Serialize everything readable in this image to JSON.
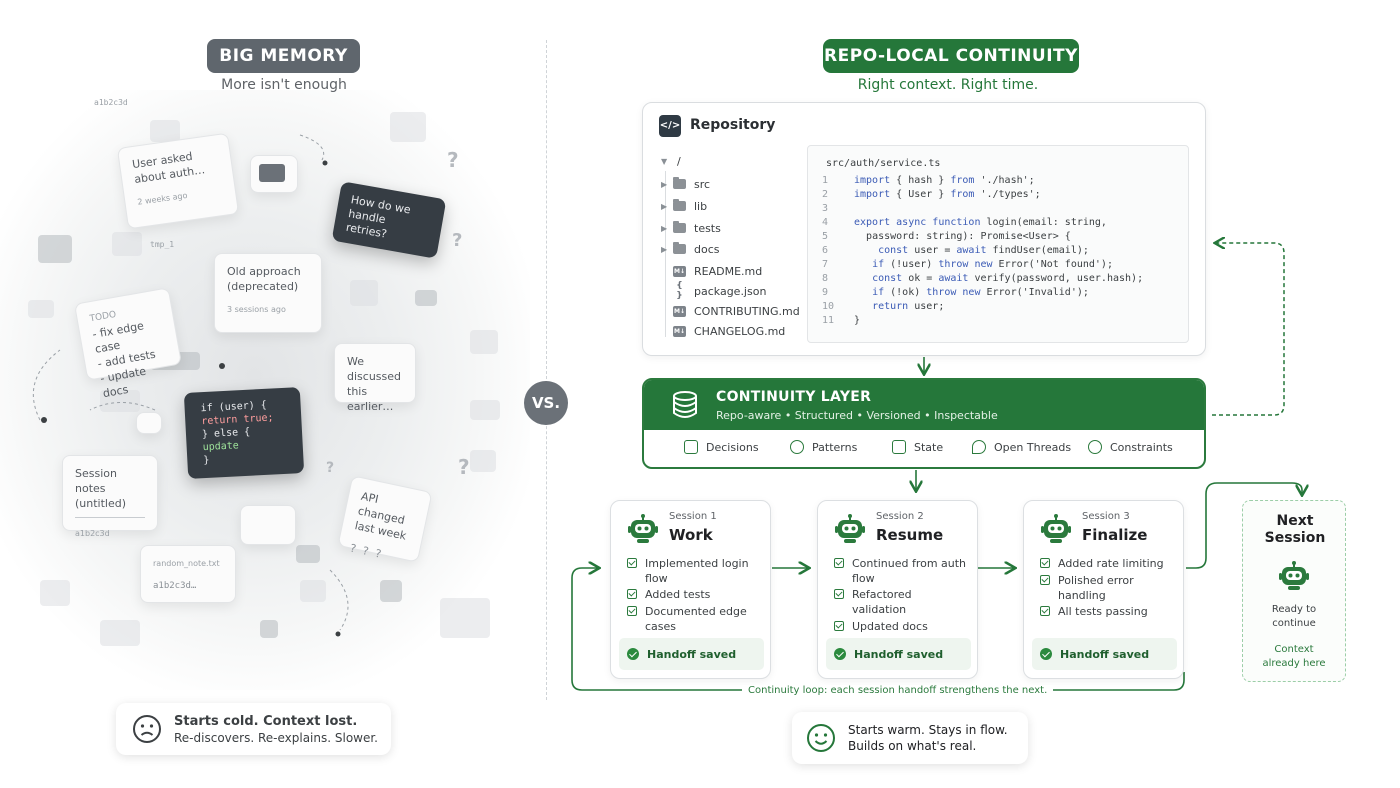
{
  "left": {
    "title": "BIG MEMORY",
    "subtitle": "More isn't enough",
    "scraps": {
      "user_asked": "User asked about auth…",
      "user_asked_meta": "2 weeks ago",
      "retries": "How do we handle retries?",
      "old_approach": "Old approach (deprecated)",
      "old_approach_meta": "3 sessions ago",
      "todo_head": "TODO",
      "todo_items": [
        "- fix edge case",
        "- add tests",
        "- update docs"
      ],
      "discussed": "We discussed this earlier…",
      "code_lines": [
        "if (user) {",
        "  return true;",
        "} else {",
        "  update",
        "}"
      ],
      "session_notes": "Session notes (untitled)",
      "session_notes_hash": "a1b2c3d",
      "api_changed": "API changed last week",
      "random_hash": "a1b2c3d…",
      "top_hash": "a1b2c3d",
      "tmp_file": "tmp_1",
      "random_note": "random_note.txt"
    },
    "status_line1": "Starts cold. Context lost.",
    "status_line2": "Re-discovers. Re-explains. Slower."
  },
  "vs": "VS.",
  "right": {
    "title": "REPO-LOCAL CONTINUITY",
    "subtitle": "Right context. Right time.",
    "repo_title": "Repository",
    "tree": [
      {
        "name": "/",
        "type": "root"
      },
      {
        "name": "src",
        "type": "folder"
      },
      {
        "name": "lib",
        "type": "folder"
      },
      {
        "name": "tests",
        "type": "folder"
      },
      {
        "name": "docs",
        "type": "folder"
      },
      {
        "name": "README.md",
        "type": "md"
      },
      {
        "name": "package.json",
        "type": "json"
      },
      {
        "name": "CONTRIBUTING.md",
        "type": "md"
      },
      {
        "name": "CHANGELOG.md",
        "type": "md"
      }
    ],
    "code_path": "src/auth/service.ts",
    "code": [
      "import { hash } from './hash';",
      "import { User } from './types';",
      "",
      "export async function login(email: string,",
      "  password: string): Promise<User> {",
      "    const user = await findUser(email);",
      "   if (!user) throw new Error('Not found');",
      "   const ok = await verify(password, user.hash);",
      "   if (!ok) throw new Error('Invalid');",
      "   return user;",
      "}"
    ],
    "layer_title": "CONTINUITY LAYER",
    "layer_sub": "Repo-aware • Structured • Versioned • Inspectable",
    "layer_items": [
      "Decisions",
      "Patterns",
      "State",
      "Open Threads",
      "Constraints"
    ],
    "sessions": [
      {
        "label": "Session 1",
        "title": "Work",
        "items": [
          "Implemented login flow",
          "Added tests",
          "Documented edge cases"
        ],
        "handoff": "Handoff saved"
      },
      {
        "label": "Session 2",
        "title": "Resume",
        "items": [
          "Continued from auth flow",
          "Refactored validation",
          "Updated docs"
        ],
        "handoff": "Handoff saved"
      },
      {
        "label": "Session 3",
        "title": "Finalize",
        "items": [
          "Added rate limiting",
          "Polished error handling",
          "All tests passing"
        ],
        "handoff": "Handoff saved"
      }
    ],
    "next_title": "Next Session",
    "next_ready": "Ready to continue",
    "next_context": "Context already here",
    "loop_label": "Continuity loop: each session handoff strengthens the next.",
    "status_line1": "Starts warm. Stays in flow.",
    "status_line2": "Builds on what's real."
  },
  "colors": {
    "green": "#25773a",
    "gray_title": "#5f666d"
  }
}
